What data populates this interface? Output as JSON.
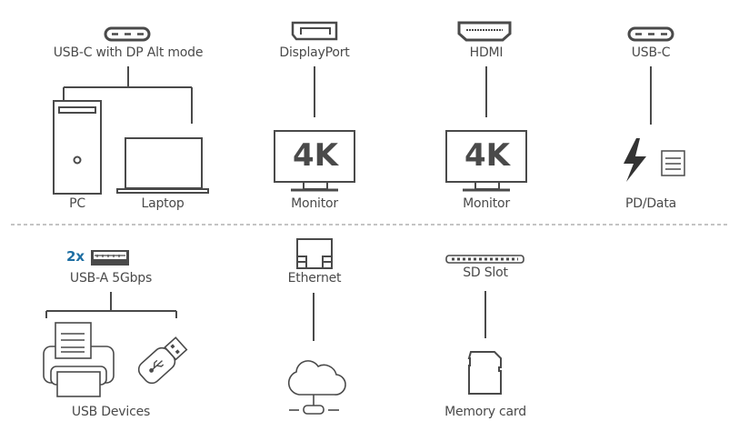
{
  "colors": {
    "stroke": "#4a4a4a",
    "text": "#4a4a4a",
    "accent": "#1f6fa3",
    "divider": "#8a8a8a"
  },
  "top_row": {
    "usbc_dp": {
      "port_label": "USB-C with DP Alt mode",
      "port_icon": "usb-c-port-icon",
      "devices": [
        {
          "label": "PC",
          "icon": "pc-tower-icon"
        },
        {
          "label": "Laptop",
          "icon": "laptop-icon"
        }
      ]
    },
    "displayport": {
      "port_label": "DisplayPort",
      "port_icon": "displayport-icon",
      "device_label": "Monitor",
      "screen_text": "4K"
    },
    "hdmi": {
      "port_label": "HDMI",
      "port_icon": "hdmi-icon",
      "device_label": "Monitor",
      "screen_text": "4K"
    },
    "usbc": {
      "port_label": "USB-C",
      "port_icon": "usb-c-port-icon",
      "device_label": "PD/Data",
      "device_icons": [
        "lightning-icon",
        "document-icon"
      ]
    }
  },
  "bottom_row": {
    "usba": {
      "multiplier": "2x",
      "port_label": "USB-A 5Gbps",
      "port_icon": "usb-a-port-icon",
      "device_label": "USB Devices",
      "device_icons": [
        "printer-icon",
        "usb-flash-drive-icon"
      ]
    },
    "ethernet": {
      "port_label": "Ethernet",
      "port_icon": "ethernet-port-icon",
      "device_icon": "cloud-network-icon"
    },
    "sd": {
      "port_label": "SD Slot",
      "port_icon": "sd-slot-icon",
      "device_label": "Memory card",
      "device_icon": "sd-card-icon"
    }
  }
}
